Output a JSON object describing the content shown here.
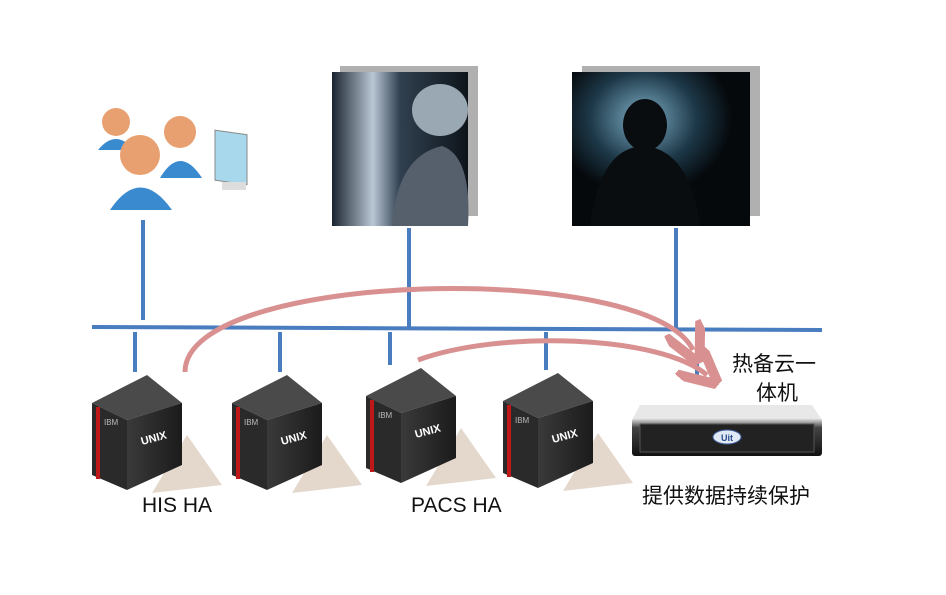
{
  "labels": {
    "his_ha": "HIS HA",
    "pacs_ha": "PACS HA",
    "appliance_line1": "热备云一",
    "appliance_line2": "体机",
    "appliance_caption": "提供数据持续保护"
  },
  "server_text": {
    "brand": "IBM",
    "os": "UNIX"
  },
  "appliance_logo": "Uit",
  "colors": {
    "network": "#4a7cc0",
    "arrow": "#d99090",
    "server_accent": "#c01818"
  }
}
